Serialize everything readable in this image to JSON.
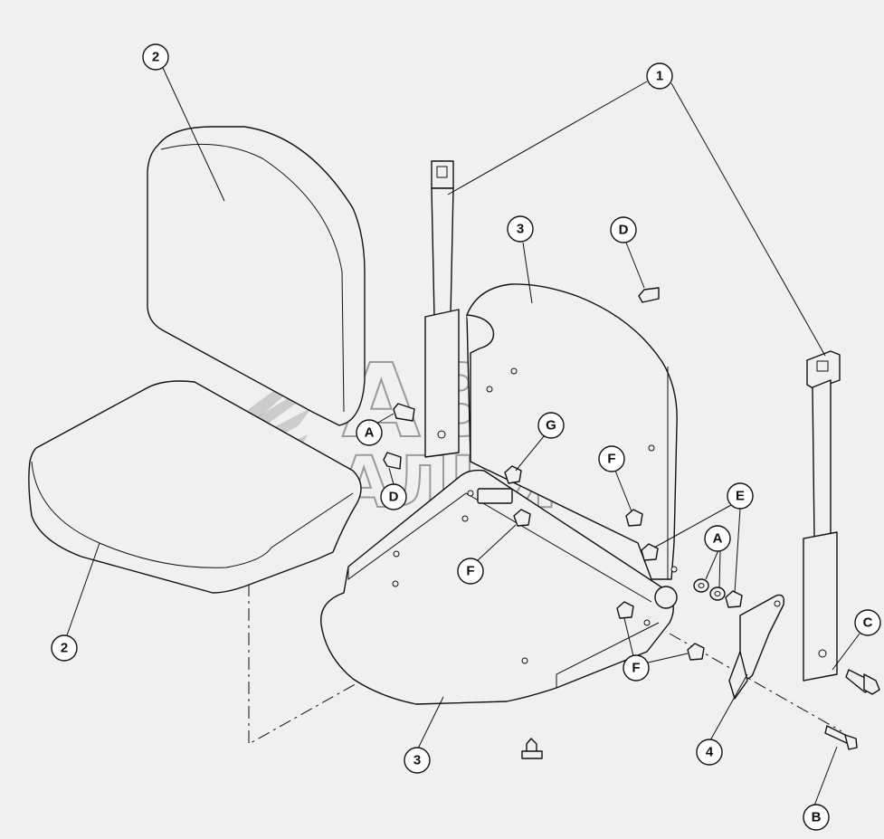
{
  "watermark": {
    "line1": "АВТО",
    "line2": "АЛЬЯНС",
    "color": "#9a9a9a"
  },
  "callouts": [
    {
      "id": "c1",
      "label": "1"
    },
    {
      "id": "c2a",
      "label": "2"
    },
    {
      "id": "c2b",
      "label": "2"
    },
    {
      "id": "c3a",
      "label": "3"
    },
    {
      "id": "c3b",
      "label": "3"
    },
    {
      "id": "c4",
      "label": "4"
    },
    {
      "id": "cA1",
      "label": "A"
    },
    {
      "id": "cA2",
      "label": "A"
    },
    {
      "id": "cB",
      "label": "B"
    },
    {
      "id": "cC",
      "label": "C"
    },
    {
      "id": "cD1",
      "label": "D"
    },
    {
      "id": "cD2",
      "label": "D"
    },
    {
      "id": "cE",
      "label": "E"
    },
    {
      "id": "cF1",
      "label": "F"
    },
    {
      "id": "cF2",
      "label": "F"
    },
    {
      "id": "cF3",
      "label": "F"
    },
    {
      "id": "cG",
      "label": "G"
    }
  ],
  "colors": {
    "background": "#f0f0f0",
    "line": "#111111"
  }
}
